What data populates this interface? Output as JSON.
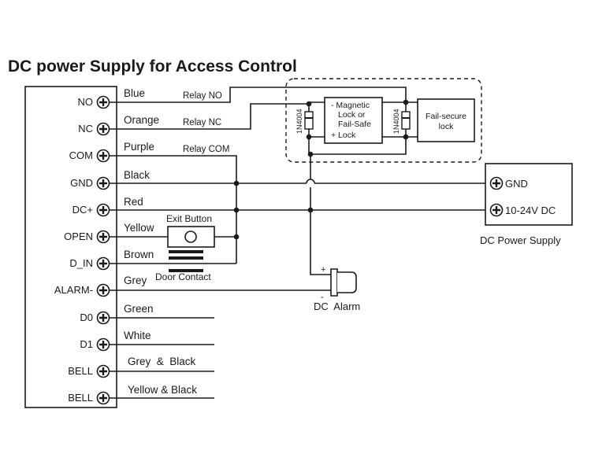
{
  "title": "DC power Supply for Access Control",
  "terminals": [
    {
      "name": "NO",
      "wire": "Blue"
    },
    {
      "name": "NC",
      "wire": "Orange"
    },
    {
      "name": "COM",
      "wire": "Purple"
    },
    {
      "name": "GND",
      "wire": "Black"
    },
    {
      "name": "DC+",
      "wire": "Red"
    },
    {
      "name": "OPEN",
      "wire": "Yellow"
    },
    {
      "name": "D_IN",
      "wire": "Brown"
    },
    {
      "name": "ALARM-",
      "wire": "Grey"
    },
    {
      "name": "D0",
      "wire": "Green"
    },
    {
      "name": "D1",
      "wire": "White"
    },
    {
      "name": "BELL",
      "wire": "Grey  &  Black"
    },
    {
      "name": "BELL",
      "wire": "Yellow & Black"
    }
  ],
  "relay_labels": {
    "no": "Relay NO",
    "nc": "Relay NC",
    "com": "Relay COM"
  },
  "exit_button": "Exit Button",
  "door_contact": "Door Contact",
  "lock_box": {
    "diode_left": "1N4004",
    "diode_right": "1N4004",
    "magnetic_lines": [
      "- Magnetic",
      "Lock or",
      "Fail-Safe",
      "+ Lock"
    ],
    "failsecure_lines": [
      "Fail-secure",
      "lock"
    ]
  },
  "power_supply": {
    "gnd": "GND",
    "dc": "10-24V DC",
    "caption": "DC Power Supply"
  },
  "alarm": {
    "caption": "DC  Alarm",
    "plus": "+",
    "minus": "-"
  },
  "colors": {
    "ink": "#1a1a1a"
  }
}
